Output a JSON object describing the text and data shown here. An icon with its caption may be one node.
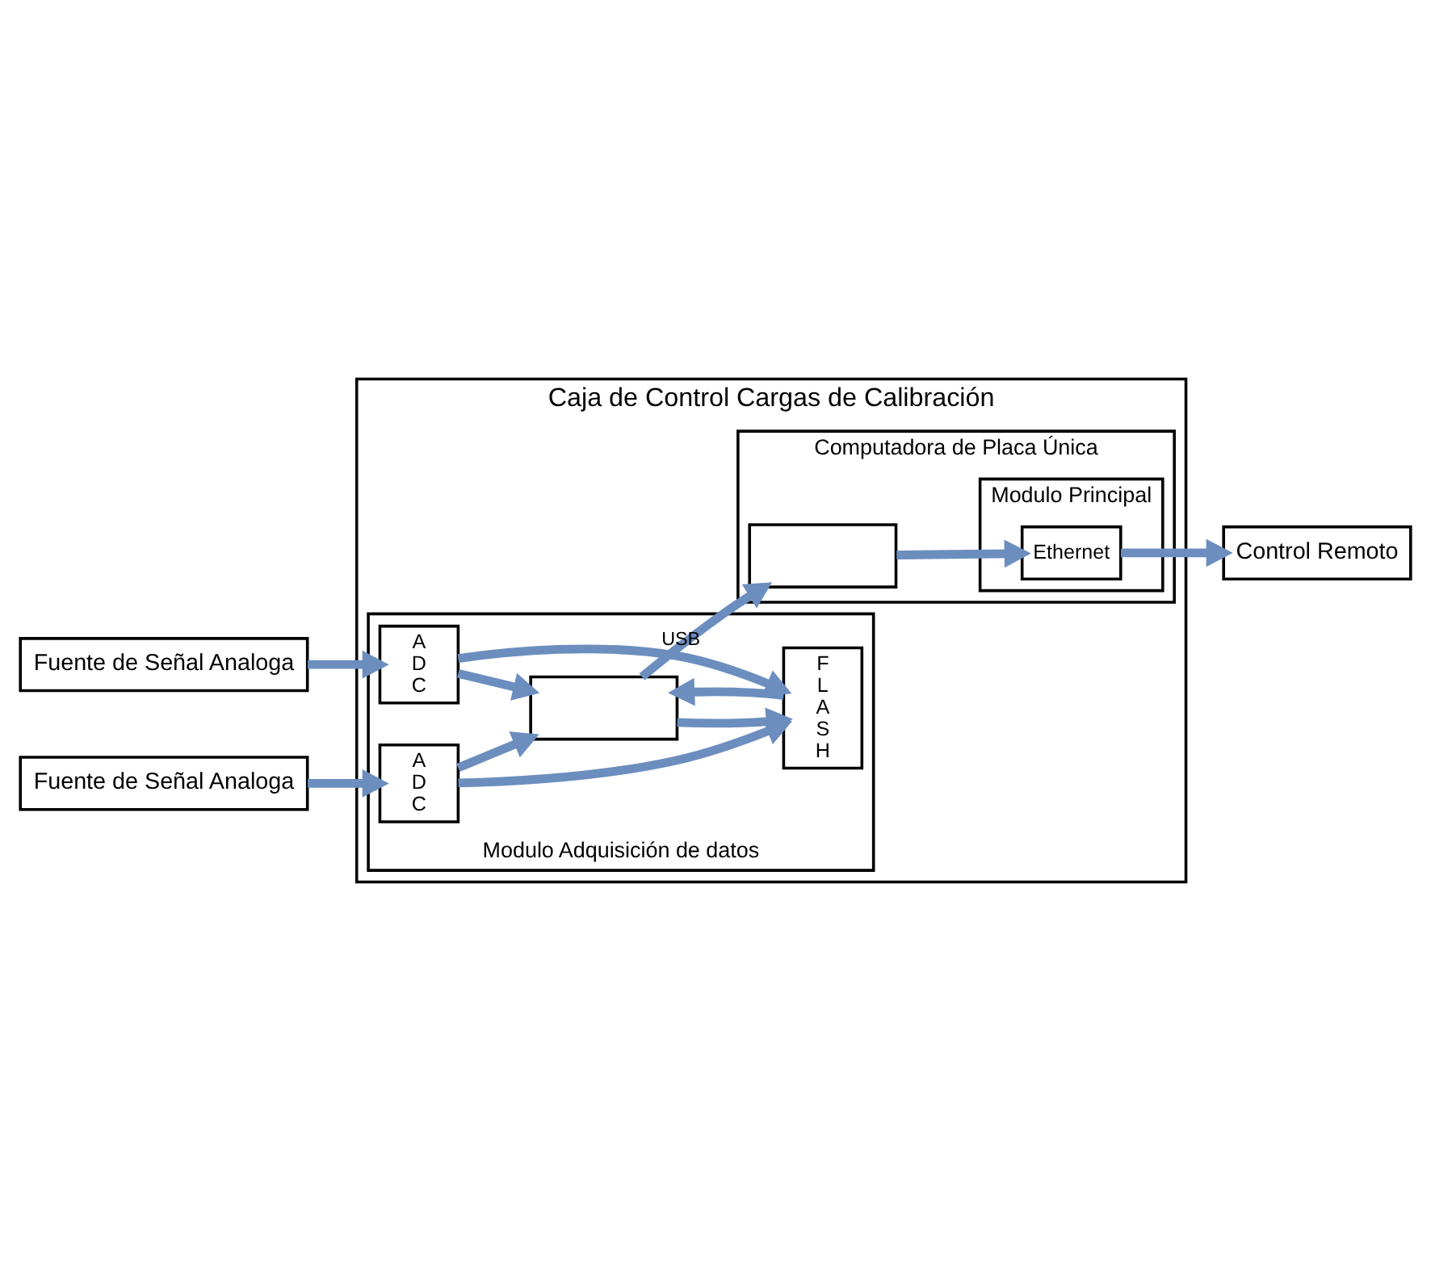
{
  "diagram": {
    "nodes": [
      {
        "text": [
          "Caja de Control Cargas de Calibración"
        ]
      },
      {
        "text": [
          "Computadora de Placa Única"
        ],
        "in": 0
      },
      {
        "text": [
          "Modulo Principal"
        ],
        "in": 1
      },
      {
        "text": [
          "Ethernet"
        ],
        "in": 2
      },
      {
        "text": [],
        "shape": "box",
        "in": 1
      },
      {
        "text": [
          "Modulo Adquisición de datos"
        ],
        "in": 0
      },
      {
        "text": [],
        "shape": "box",
        "in": 5
      },
      {
        "text": [
          "A D C"
        ],
        "in": 5
      },
      {
        "text": [
          "F L A S H"
        ],
        "in": 5
      },
      {
        "text": [
          "A D C"
        ],
        "in": 5
      },
      {
        "text": [
          "Control Remoto"
        ]
      },
      {
        "text": [
          "Fuente de Señal Analoga"
        ]
      },
      {
        "text": [
          "Fuente de Señal Analoga"
        ]
      }
    ],
    "edges": [
      {
        "from": 4,
        "to": 3,
        "arrow": "to"
      },
      {
        "from": 3,
        "to": 10,
        "arrow": "to"
      },
      {
        "from": 6,
        "to": 4,
        "arrow": "to",
        "label": "USB"
      },
      {
        "from": 7,
        "to": 6,
        "arrow": "to"
      },
      {
        "from": 7,
        "to": 8,
        "arrow": "to"
      },
      {
        "from": 8,
        "to": 6,
        "arrow": "to"
      },
      {
        "from": 6,
        "to": 8,
        "arrow": "to"
      },
      {
        "from": 9,
        "to": 6,
        "arrow": "to"
      },
      {
        "from": 9,
        "to": 8,
        "arrow": "to"
      },
      {
        "from": 11,
        "to": 7,
        "arrow": "to"
      },
      {
        "from": 12,
        "to": 9,
        "arrow": "to"
      }
    ]
  }
}
